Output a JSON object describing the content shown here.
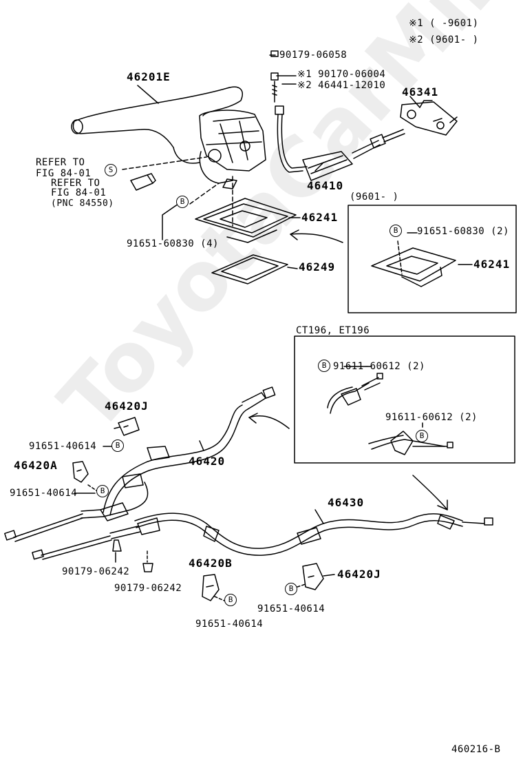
{
  "watermark": "ToyotaCarMine.ru",
  "legend": {
    "line1": "※1 (     -9601)",
    "line2": "※2 (9601-      )"
  },
  "figure_code": "460216-B",
  "inset_top": {
    "title": "(9601-      )"
  },
  "inset_mid": {
    "title": "CT196, ET196"
  },
  "bubble_b": "B",
  "bubble_s": "S",
  "labels": {
    "p46201E": "46201E",
    "p90179_06058": "90179-06058",
    "note1": "※1 90170-06004",
    "note2": "※2 46441-12010",
    "p46341": "46341",
    "p46410": "46410",
    "refer1a": "REFER TO",
    "refer1b": "FIG 84-01",
    "refer2a": "REFER TO",
    "refer2b": "FIG 84-01",
    "refer2c": "(PNC 84550)",
    "p46241": "46241",
    "p46241_b": "46241",
    "p46249": "46249",
    "bolt_4": "91651-60830 (4)",
    "bolt_2": "91651-60830 (2)",
    "p91611_a": "91611-60612 (2)",
    "p91611_b": "91611-60612 (2)",
    "p46420J_top": "46420J",
    "p91651_40614_a": "91651-40614",
    "p46420A": "46420A",
    "p91651_40614_b": "91651-40614",
    "p46420": "46420",
    "p46430": "46430",
    "p90179_06242_a": "90179-06242",
    "p90179_06242_b": "90179-06242",
    "p46420B": "46420B",
    "p91651_40614_c": "91651-40614",
    "p46420J_bot": "46420J",
    "p91651_40614_d": "91651-40614"
  }
}
